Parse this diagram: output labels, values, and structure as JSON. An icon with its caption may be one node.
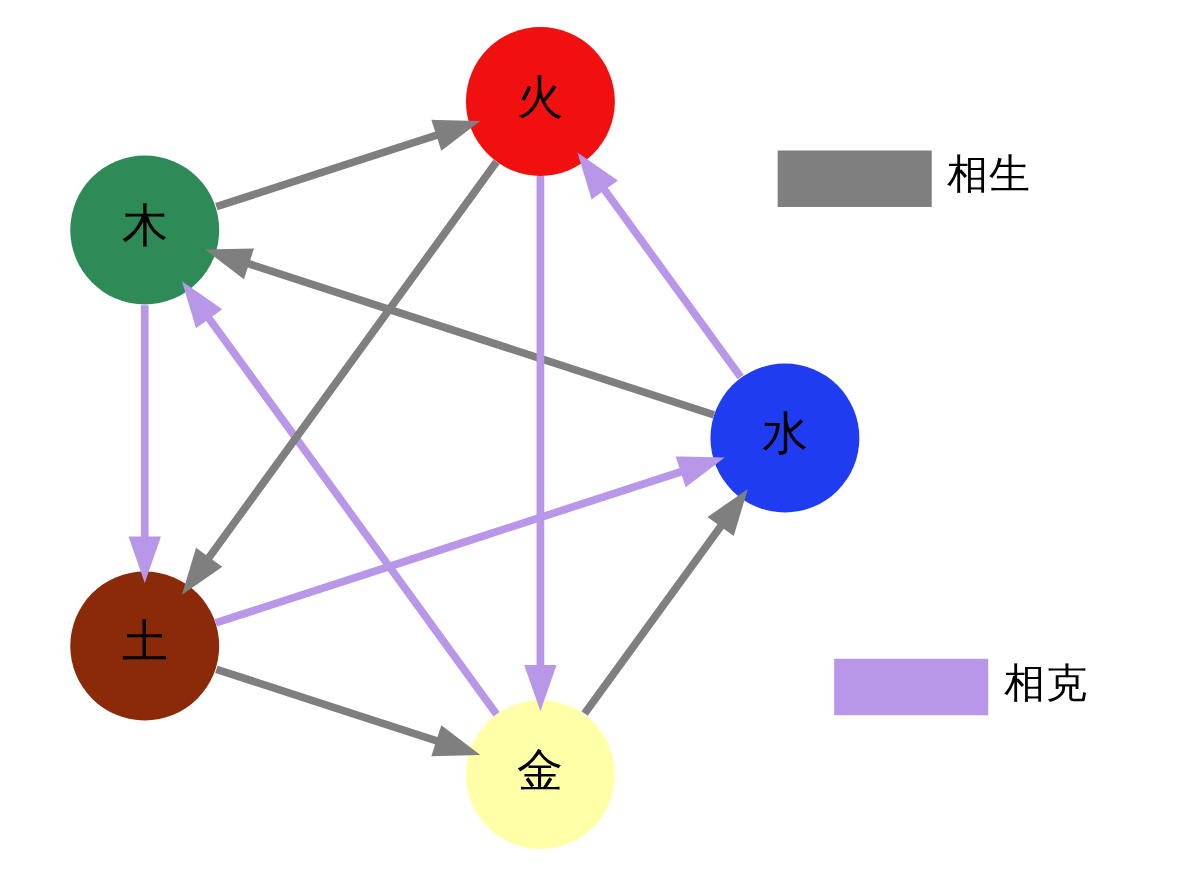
{
  "diagram": {
    "nodes": [
      {
        "text": [
          "金"
        ]
      },
      {
        "text": [
          "水"
        ]
      },
      {
        "text": [
          "木"
        ]
      },
      {
        "text": [
          "火"
        ]
      },
      {
        "text": [
          "土"
        ]
      }
    ],
    "edges": [
      {
        "from": 0,
        "to": 1,
        "arrow": "to"
      },
      {
        "from": 1,
        "to": 2,
        "arrow": "to"
      },
      {
        "from": 2,
        "to": 3,
        "arrow": "to"
      },
      {
        "from": 3,
        "to": 4,
        "arrow": "to"
      },
      {
        "from": 4,
        "to": 0,
        "arrow": "to"
      },
      {
        "from": 0,
        "to": 2,
        "arrow": "to",
        "color": "#b896e8"
      },
      {
        "from": 2,
        "to": 4,
        "arrow": "to",
        "color": "#b896e8"
      },
      {
        "from": 4,
        "to": 1,
        "arrow": "to",
        "color": "#b896e8"
      },
      {
        "from": 1,
        "to": 3,
        "arrow": "to",
        "color": "#b896e8"
      },
      {
        "from": 3,
        "to": 0,
        "arrow": "to",
        "color": "#b896e8"
      }
    ],
    "legend": [
      {
        "text": "相生"
      },
      {
        "text": "相克"
      }
    ]
  }
}
